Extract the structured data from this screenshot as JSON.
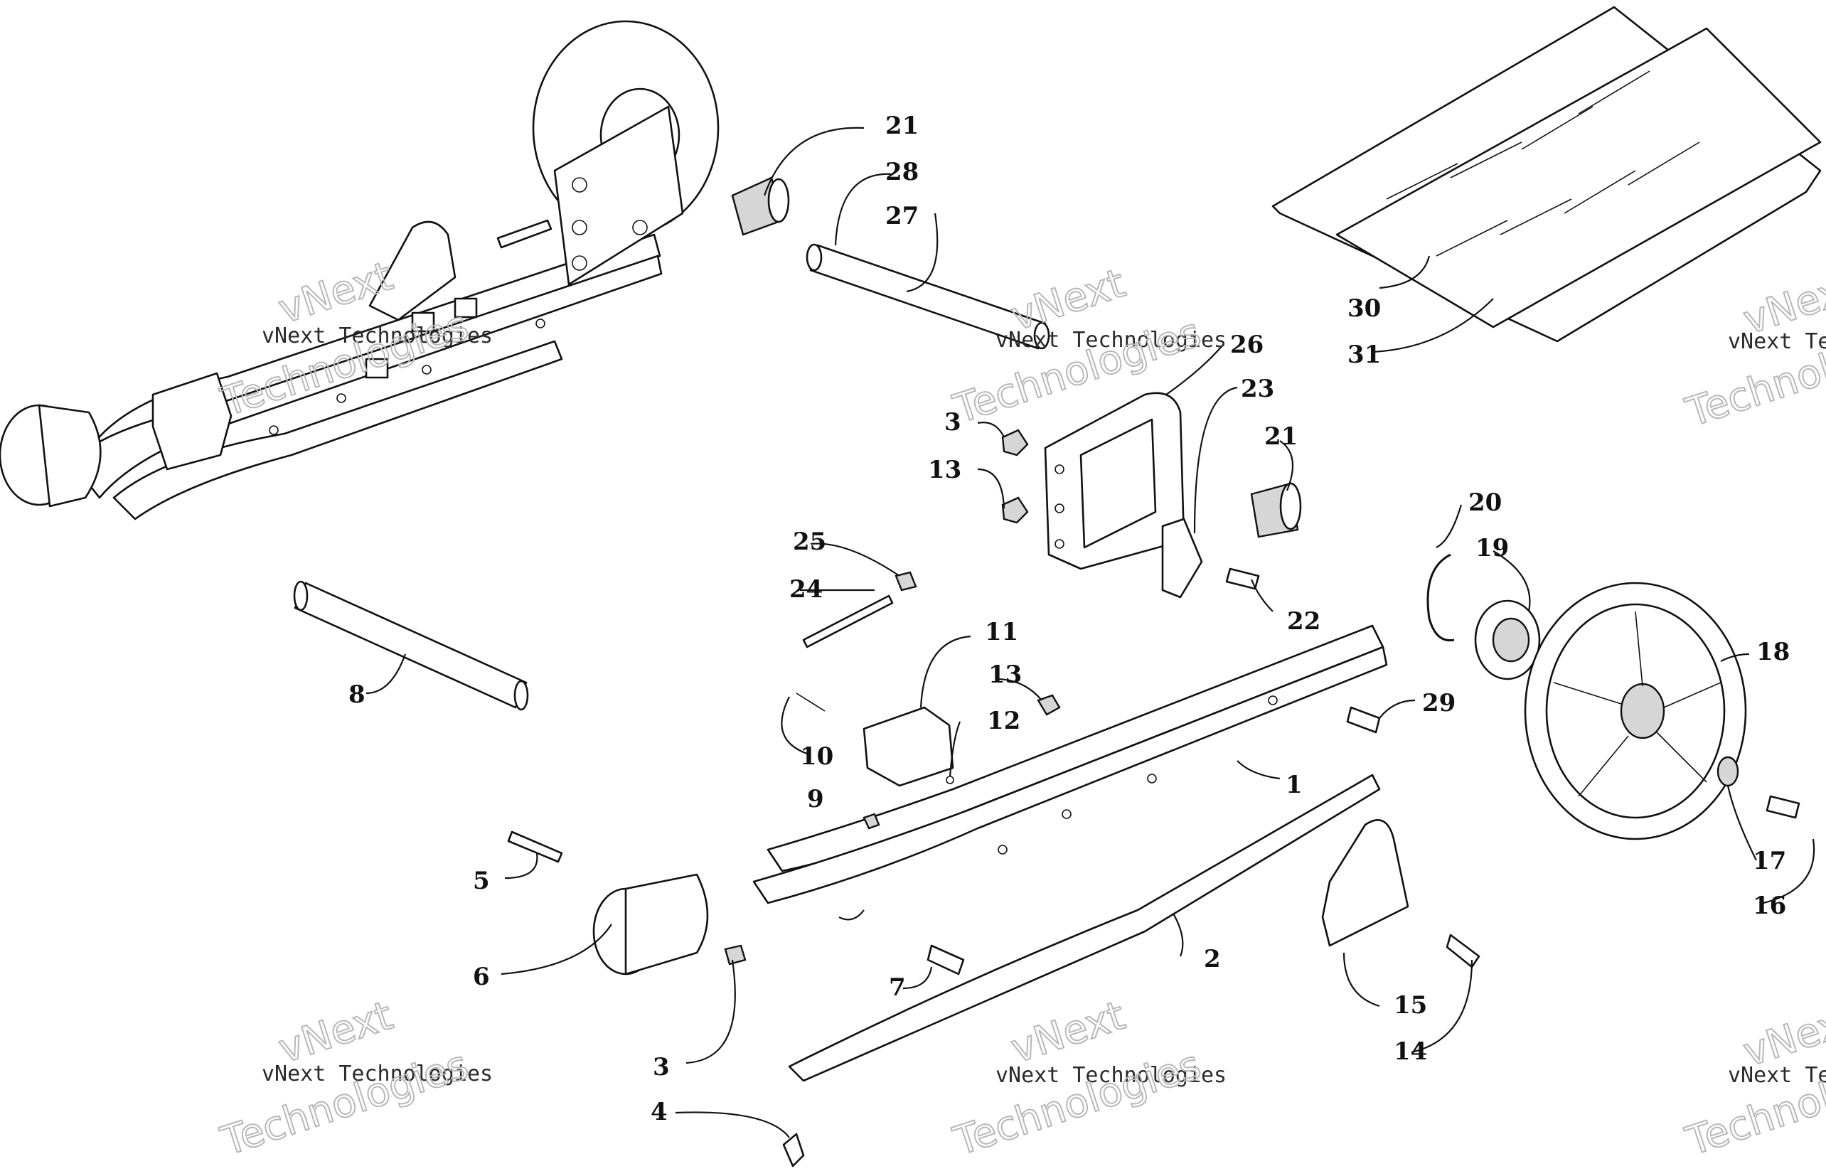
{
  "diagram": {
    "type": "exploded-parts-view",
    "callouts": [
      {
        "id": "c1",
        "label": "1"
      },
      {
        "id": "c2",
        "label": "2"
      },
      {
        "id": "c3a",
        "label": "3"
      },
      {
        "id": "c3b",
        "label": "3"
      },
      {
        "id": "c4",
        "label": "4"
      },
      {
        "id": "c5",
        "label": "5"
      },
      {
        "id": "c6",
        "label": "6"
      },
      {
        "id": "c7",
        "label": "7"
      },
      {
        "id": "c8",
        "label": "8"
      },
      {
        "id": "c9",
        "label": "9"
      },
      {
        "id": "c10",
        "label": "10"
      },
      {
        "id": "c11",
        "label": "11"
      },
      {
        "id": "c12",
        "label": "12"
      },
      {
        "id": "c13a",
        "label": "13"
      },
      {
        "id": "c13b",
        "label": "13"
      },
      {
        "id": "c14",
        "label": "14"
      },
      {
        "id": "c15",
        "label": "15"
      },
      {
        "id": "c16",
        "label": "16"
      },
      {
        "id": "c17",
        "label": "17"
      },
      {
        "id": "c18",
        "label": "18"
      },
      {
        "id": "c19",
        "label": "19"
      },
      {
        "id": "c20",
        "label": "20"
      },
      {
        "id": "c21a",
        "label": "21"
      },
      {
        "id": "c21b",
        "label": "21"
      },
      {
        "id": "c22",
        "label": "22"
      },
      {
        "id": "c23",
        "label": "23"
      },
      {
        "id": "c24",
        "label": "24"
      },
      {
        "id": "c25",
        "label": "25"
      },
      {
        "id": "c26",
        "label": "26"
      },
      {
        "id": "c27",
        "label": "27"
      },
      {
        "id": "c28",
        "label": "28"
      },
      {
        "id": "c29",
        "label": "29"
      },
      {
        "id": "c30",
        "label": "30"
      },
      {
        "id": "c31",
        "label": "31"
      }
    ]
  },
  "watermark": {
    "line1": "vNext",
    "line2": "vNext Technologies",
    "line3": "Technologies"
  }
}
